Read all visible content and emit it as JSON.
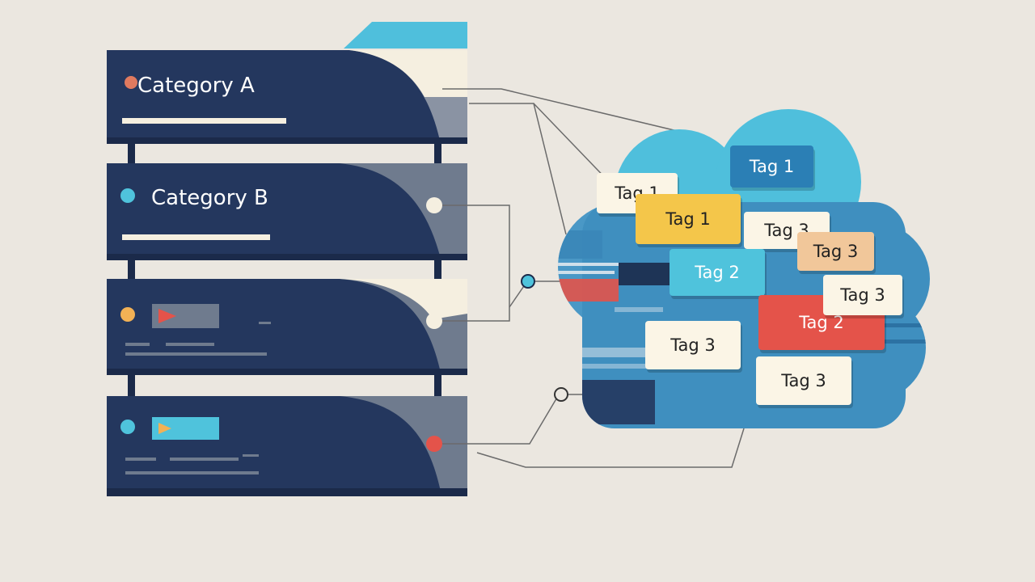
{
  "categories": [
    {
      "label": "Category A",
      "dot_color": "#e07a5f"
    },
    {
      "label": "Category B",
      "dot_color": "#4fc3dc"
    },
    {
      "label": "",
      "dot_color": "#f2b155"
    },
    {
      "label": "",
      "dot_color": "#4fc3dc"
    }
  ],
  "tags": [
    {
      "text": "Tag 1",
      "color": "#2b7fb5",
      "text_color": "#ffffff"
    },
    {
      "text": "Tag 1",
      "color": "#fbf5e6",
      "text_color": "#222222"
    },
    {
      "text": "Tag 1",
      "color": "#f4c64a",
      "text_color": "#222222"
    },
    {
      "text": "Tag 3",
      "color": "#fbf5e6",
      "text_color": "#222222"
    },
    {
      "text": "Tag 3",
      "color": "#f1c79a",
      "text_color": "#222222"
    },
    {
      "text": "Tag 2",
      "color": "#4fc3dc",
      "text_color": "#ffffff"
    },
    {
      "text": "Tag 3",
      "color": "#fbf5e6",
      "text_color": "#222222"
    },
    {
      "text": "Tag 2",
      "color": "#e4534a",
      "text_color": "#ffffff"
    },
    {
      "text": "Tag 3",
      "color": "#fbf5e6",
      "text_color": "#222222"
    },
    {
      "text": "Tag 3",
      "color": "#fbf5e6",
      "text_color": "#222222"
    }
  ],
  "colors": {
    "background": "#ebe7e0",
    "panel": "#24375e",
    "panel_dark": "#1b2a4a",
    "cloud_light": "#4fbfdc",
    "cloud_mid": "#3f8fbf",
    "connector": "#555555"
  }
}
